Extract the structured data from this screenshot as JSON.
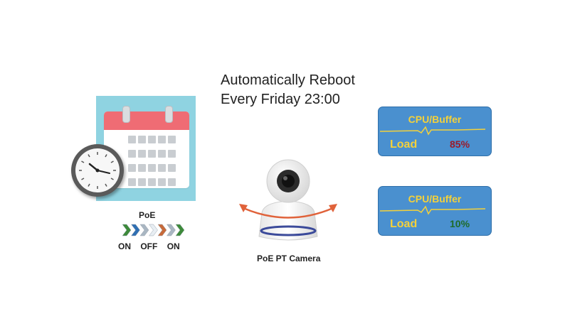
{
  "headline": {
    "line1": "Automatically Reboot",
    "line2": "Every Friday 23:00"
  },
  "poe": {
    "label": "PoE",
    "states": [
      "ON",
      "OFF",
      "ON"
    ],
    "arrow_colors": [
      "#3d8a3a",
      "#2f6fb3",
      "#a9b6c2",
      "#e8eef3",
      "#c76a3a",
      "#a9b6c2",
      "#3d8a3a"
    ]
  },
  "camera": {
    "label": "PoE PT Camera"
  },
  "load_cards": [
    {
      "title": "CPU/Buffer",
      "label": "Load",
      "value": "85%",
      "value_color": "#9b1b2a"
    },
    {
      "title": "CPU/Buffer",
      "label": "Load",
      "value": "10%",
      "value_color": "#1f6b2a"
    }
  ],
  "colors": {
    "card_bg": "#4a90cf",
    "card_text": "#f4d13a",
    "calendar_header": "#ef6c74",
    "calendar_bg": "#8fd3e1",
    "arc_arrow": "#e0623a",
    "camera_ring": "#3b4a9a"
  },
  "icons": {
    "calendar": "calendar-icon",
    "clock": "clock-icon",
    "camera": "ptz-camera-icon",
    "rotation": "rotation-arrow-icon"
  }
}
